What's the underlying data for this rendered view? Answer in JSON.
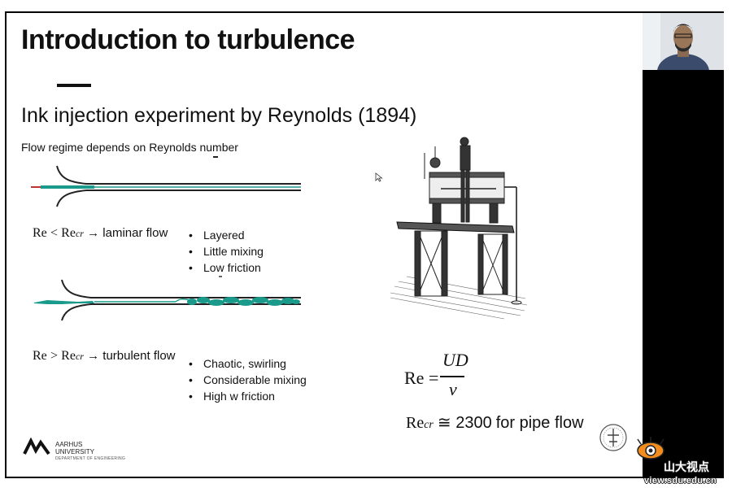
{
  "slide": {
    "title": "Introduction to turbulence",
    "subtitle": "Ink injection experiment by Reynolds (1894)",
    "note": "Flow regime depends on Reynolds number",
    "laminar": {
      "re": "Re",
      "op": "<",
      "sub": "cr",
      "arrow": "→",
      "label": "laminar flow",
      "bullets": [
        "Layered",
        "Little mixing",
        "Low friction"
      ]
    },
    "turbulent": {
      "re": "Re",
      "op": ">",
      "sub": "cr",
      "arrow": "→",
      "label": "turbulent flow",
      "bullets": [
        "Chaotic, swirling",
        "Considerable mixing",
        "High w friction"
      ]
    },
    "equation": {
      "lhs": "Re =",
      "numerator": "UD",
      "denominator": "ν"
    },
    "critical": {
      "re": "Re",
      "sub": "cr",
      "approx": "≅ 2300",
      "label": "for pipe flow"
    },
    "footer": {
      "university_line1": "AARHUS",
      "university_line2": "UNIVERSITY",
      "department": "DEPARTMENT OF ENGINEERING"
    }
  },
  "watermark": {
    "brand": "山大视点",
    "url": "view.sdu.edu.cn"
  },
  "colors": {
    "dye": "#1a9a8a",
    "text": "#111111",
    "watermark_orange": "#f28c1e"
  },
  "icons": {
    "cursor": "mouse-pointer-icon",
    "logo": "aarhus-logo-icon",
    "seal": "university-seal-icon",
    "watermark": "eye-logo-icon"
  }
}
